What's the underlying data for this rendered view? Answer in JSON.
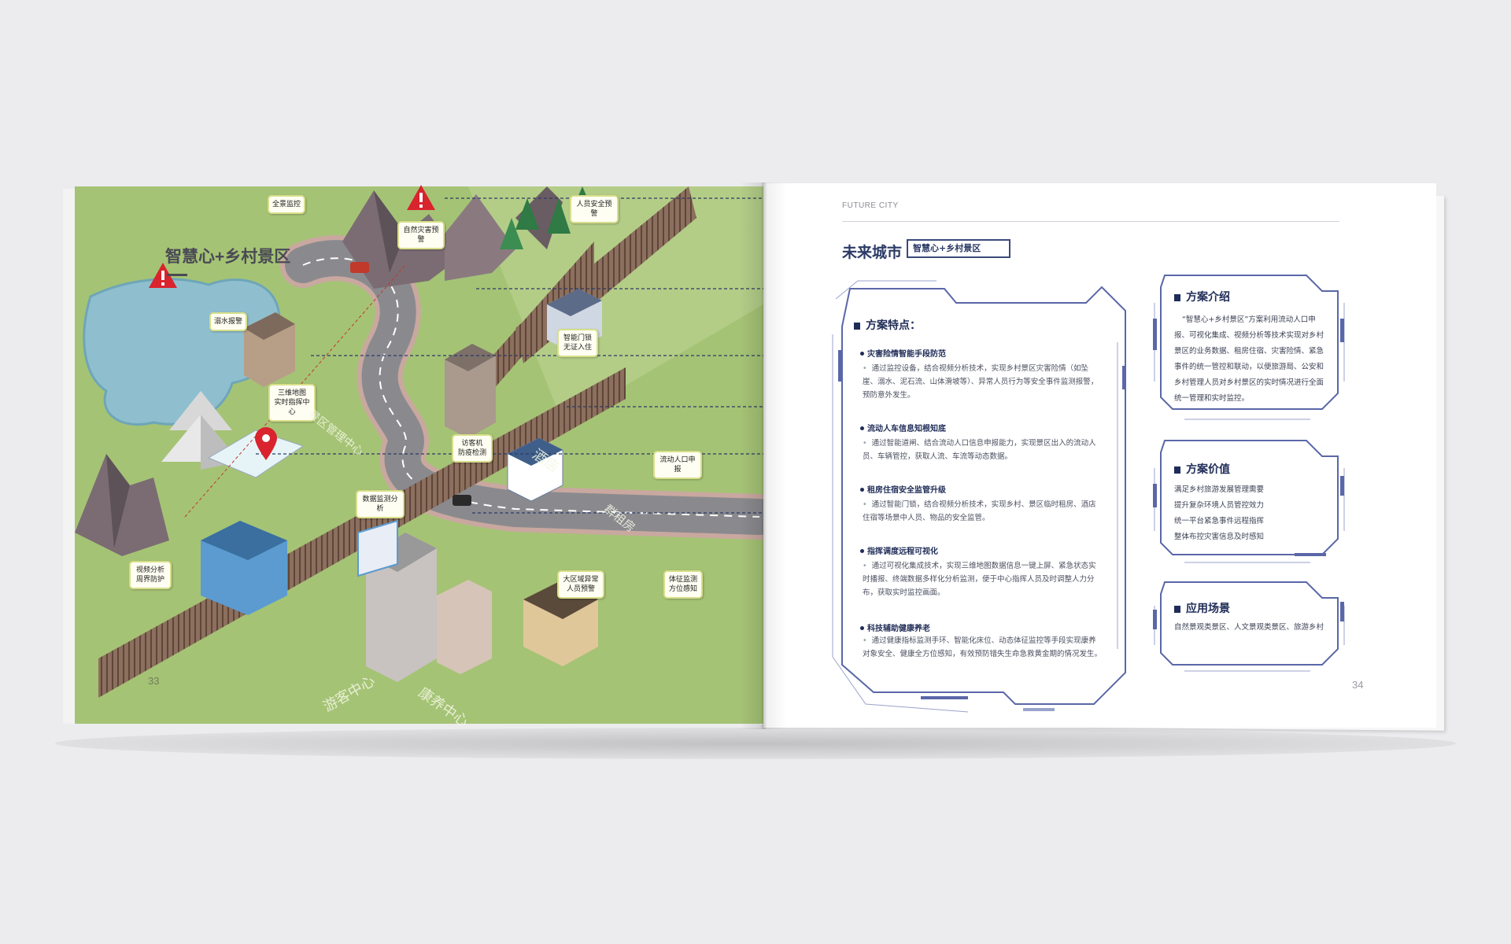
{
  "left_page": {
    "title": "智慧心+乡村景区",
    "page_number": "33",
    "callouts": [
      {
        "id": "panorama",
        "text": "全景监控"
      },
      {
        "id": "disaster",
        "text": "自然灾害预警"
      },
      {
        "id": "personnel",
        "text": "人员安全预警"
      },
      {
        "id": "drowning",
        "text": "溺水报警"
      },
      {
        "id": "gis",
        "text": "三维地图\n实时指挥中心"
      },
      {
        "id": "smartlock",
        "text": "智能门锁\n无证入住"
      },
      {
        "id": "epidemic",
        "text": "访客机\n防疫检测"
      },
      {
        "id": "floating",
        "text": "流动人口申报"
      },
      {
        "id": "datamon",
        "text": "数据监测分析"
      },
      {
        "id": "video",
        "text": "视频分析\n周界防护"
      },
      {
        "id": "crowd",
        "text": "大区域异常\n人员预警"
      },
      {
        "id": "vital",
        "text": "体征监测\n方位感知"
      }
    ],
    "zones": [
      {
        "id": "mgmt",
        "text": "景区管理中心"
      },
      {
        "id": "hotel",
        "text": "酒店"
      },
      {
        "id": "rental",
        "text": "群租房"
      },
      {
        "id": "visitor",
        "text": "游客中心"
      },
      {
        "id": "care",
        "text": "康养中心"
      }
    ]
  },
  "right_page": {
    "header": "FUTURE CITY",
    "title": "未来城市",
    "tag": "智慧心+乡村景区",
    "page_number": "34",
    "features_title": "方案特点：",
    "features": [
      {
        "title": "灾害险情智能手段防范",
        "body": "通过监控设备，结合视频分析技术，实现乡村景区灾害险情（如坠崖、溺水、泥石流、山体滑坡等）、异常人员行为等安全事件监测报警，预防意外发生。"
      },
      {
        "title": "流动人车信息知根知底",
        "body": "通过智能道闸、结合流动人口信息申报能力，实现景区出入的流动人员、车辆管控，获取人流、车流等动态数据。"
      },
      {
        "title": "租房住宿安全监管升级",
        "body": "通过智能门锁，结合视频分析技术，实现乡村、景区临时租房、酒店住宿等场景中人员、物品的安全监管。"
      },
      {
        "title": "指挥调度远程可视化",
        "body": "通过可视化集成技术，实现三维地图数据信息一键上屏、紧急状态实时播报、终端数据多样化分析监测，便于中心指挥人员及时调整人力分布，获取实时监控画面。"
      },
      {
        "title": "科技辅助健康养老",
        "body": "通过健康指标监测手环、智能化床位、动态体征监控等手段实现康养对象安全、健康全方位感知，有效预防错失生命急救黄金期的情况发生。"
      }
    ],
    "intro_title": "方案介绍",
    "intro_body": "“智慧心+乡村景区”方案利用流动人口申报、可视化集成、视频分析等技术实现对乡村景区的业务数据、租房住宿、灾害险情、紧急事件的统一管控和联动，以便旅游局、公安和乡村管理人员对乡村景区的实时情况进行全面统一管理和实时监控。",
    "value_title": "方案价值",
    "value_items": [
      "满足乡村旅游发展管理需要",
      "提升复杂环境人员管控效力",
      "统一平台紧急事件远程指挥",
      "整体布控灾害信息及时感知"
    ],
    "scene_title": "应用场景",
    "scene_body": "自然景观类景区、人文景观类景区、旅游乡村"
  },
  "colors": {
    "map_green": "#a5c375",
    "lake": "#8fbfcf",
    "road": "#8a8a8e",
    "navy": "#1f2c57",
    "frame_blue": "#5a67a8"
  },
  "icons": [
    "warning-triangle-icon",
    "map-pin-icon",
    "bullet-square-icon"
  ]
}
